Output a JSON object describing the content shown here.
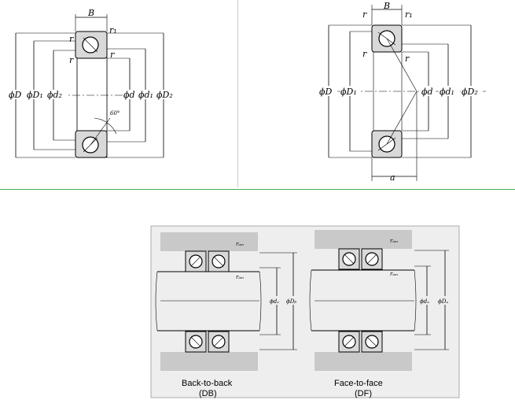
{
  "figure1": {
    "labels": {
      "B": "B",
      "r1": "r₁",
      "r_top": "r",
      "r_mid_left": "r",
      "r_mid_right": "r",
      "D": "ϕD",
      "D1": "ϕD₁",
      "d2": "ϕd₂",
      "d": "ϕd",
      "d1": "ϕd₁",
      "D2": "ϕD₂",
      "angle": "60°"
    }
  },
  "figure2": {
    "labels": {
      "B": "B",
      "r_left": "r",
      "r1": "r₁",
      "r_mid_left": "r",
      "r_mid_right": "r",
      "D": "ϕD",
      "D1": "ϕD₁",
      "d": "ϕd",
      "d1": "ϕd₁",
      "D2": "ϕD₂",
      "a": "a"
    }
  },
  "figure3": {
    "left": {
      "caption_line1": "Back-to-back",
      "caption_line2": "(DB)",
      "r_top": "rₐₘ",
      "r_shaft": "rₐₘ",
      "da": "ϕdₐ",
      "Db": "ϕDᵦ"
    },
    "right": {
      "caption_line1": "Face-to-face",
      "caption_line2": "(DF)",
      "r_top": "rₐₘ",
      "r_shaft": "rₐₘ",
      "da": "ϕdₐ",
      "Da": "ϕDₐ"
    }
  },
  "colors": {
    "ring_fill": "#d9d9d9",
    "housing_fill": "#c9c9c9",
    "frame_fill": "#eeeeee",
    "divider": "#4caf50"
  }
}
